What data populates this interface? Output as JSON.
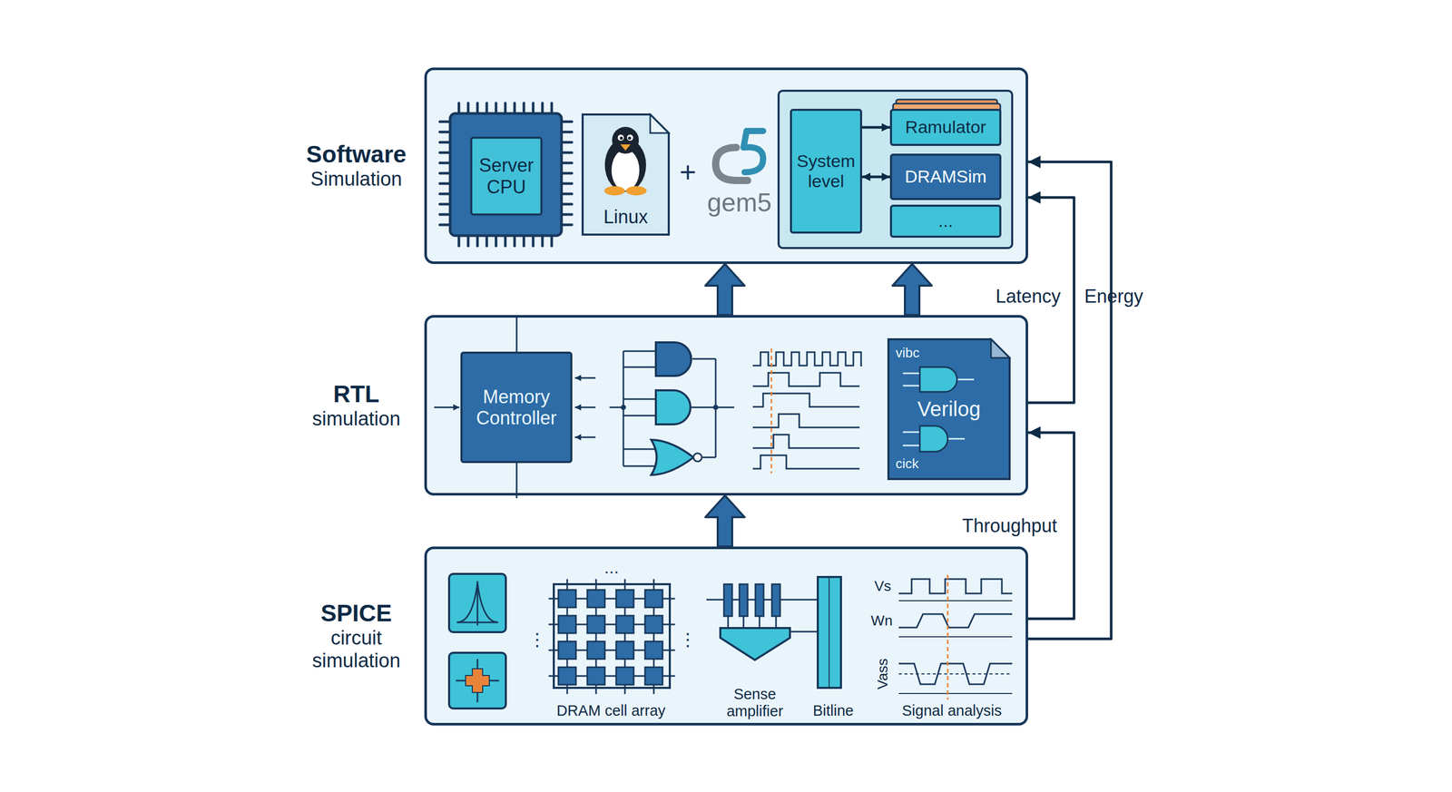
{
  "diagram": {
    "nodes": [
      {
        "text": [
          "Software",
          "Simulation"
        ]
      },
      {
        "text": [
          "Server CPU"
        ],
        "in": 0
      },
      {
        "text": [
          "Linux"
        ],
        "in": 0
      },
      {
        "text": [
          "System level"
        ],
        "in": 0
      },
      {
        "text": [
          "Ramulator"
        ],
        "in": 0
      },
      {
        "text": [
          "DRAMSim"
        ],
        "in": 0
      },
      {
        "text": [
          "..."
        ],
        "in": 0
      },
      {
        "text": [
          "RTL",
          "simulation"
        ]
      },
      {
        "text": [
          "Memory Controller"
        ],
        "in": 7
      },
      {
        "text": [
          "vibc",
          "Verilog",
          "cick"
        ],
        "in": 7
      },
      {
        "text": [
          "SPICE",
          "circuit simulation"
        ]
      }
    ],
    "edges": [
      {
        "from": 3,
        "to": 4,
        "arrow": "to"
      },
      {
        "from": 3,
        "to": 5,
        "arrow": "both"
      },
      {
        "from": 10,
        "to": 7,
        "arrow": "to"
      },
      {
        "from": 7,
        "to": 0,
        "arrow": "to"
      },
      {
        "from": 7,
        "to": 0,
        "arrow": "to"
      },
      {
        "from": 7,
        "to": 0,
        "label": "Latency",
        "arrow": "to"
      },
      {
        "from": 10,
        "to": 7,
        "label": "Throughput",
        "arrow": "to"
      },
      {
        "from": 10,
        "to": 0,
        "label": "Energy",
        "arrow": "to"
      }
    ],
    "labels": [
      "+",
      "gem5",
      "...",
      "⋮",
      "⋮",
      "DRAM cell array",
      "Sense amplifier",
      "Bitline",
      "Vs",
      "Wn",
      "Vass",
      "Signal analysis"
    ]
  }
}
